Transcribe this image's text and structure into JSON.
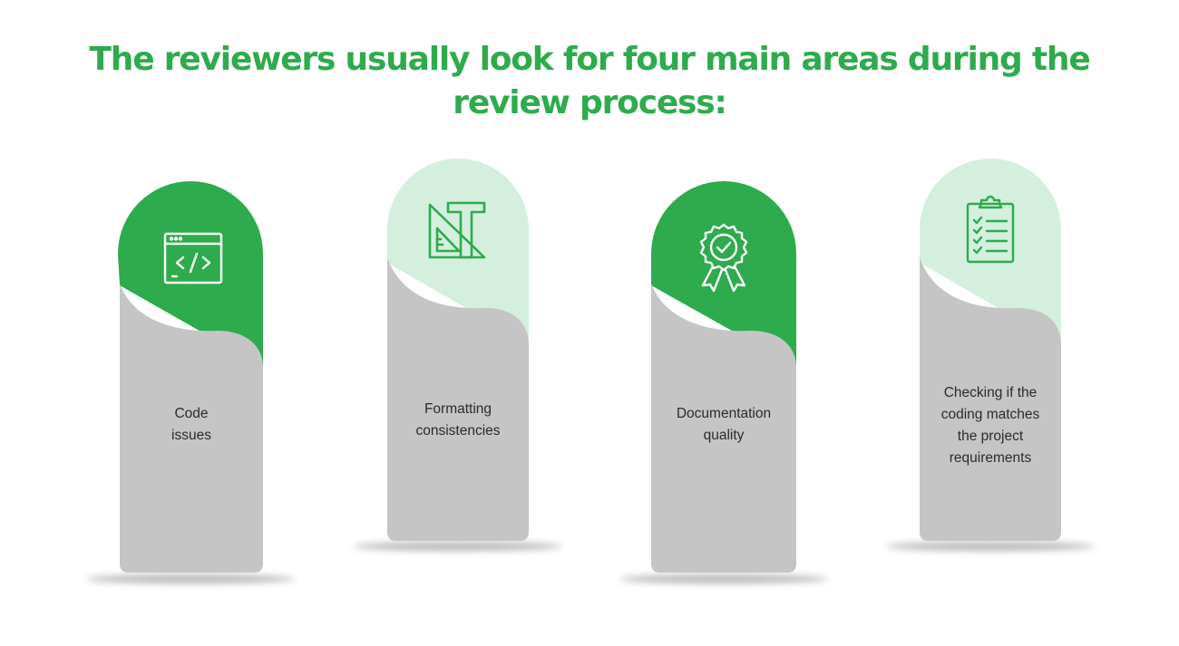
{
  "title": "The reviewers usually look for four main areas during the review process:",
  "colors": {
    "title": "#2eab4d",
    "dark_green": "#2eab4d",
    "light_green": "#d4efde",
    "grey": "#c4c5c4",
    "text": "#2b2b2b"
  },
  "cards": [
    {
      "label_lines": [
        "Code",
        "issues"
      ],
      "icon": "code-window-icon",
      "top_variant": "dark"
    },
    {
      "label_lines": [
        "Formatting",
        "consistencies"
      ],
      "icon": "ruler-triangle-icon",
      "top_variant": "light"
    },
    {
      "label_lines": [
        "Documentation",
        "quality"
      ],
      "icon": "award-badge-icon",
      "top_variant": "dark"
    },
    {
      "label_lines": [
        "Checking if the",
        "coding matches",
        "the project",
        "requirements"
      ],
      "icon": "clipboard-checklist-icon",
      "top_variant": "light"
    }
  ]
}
